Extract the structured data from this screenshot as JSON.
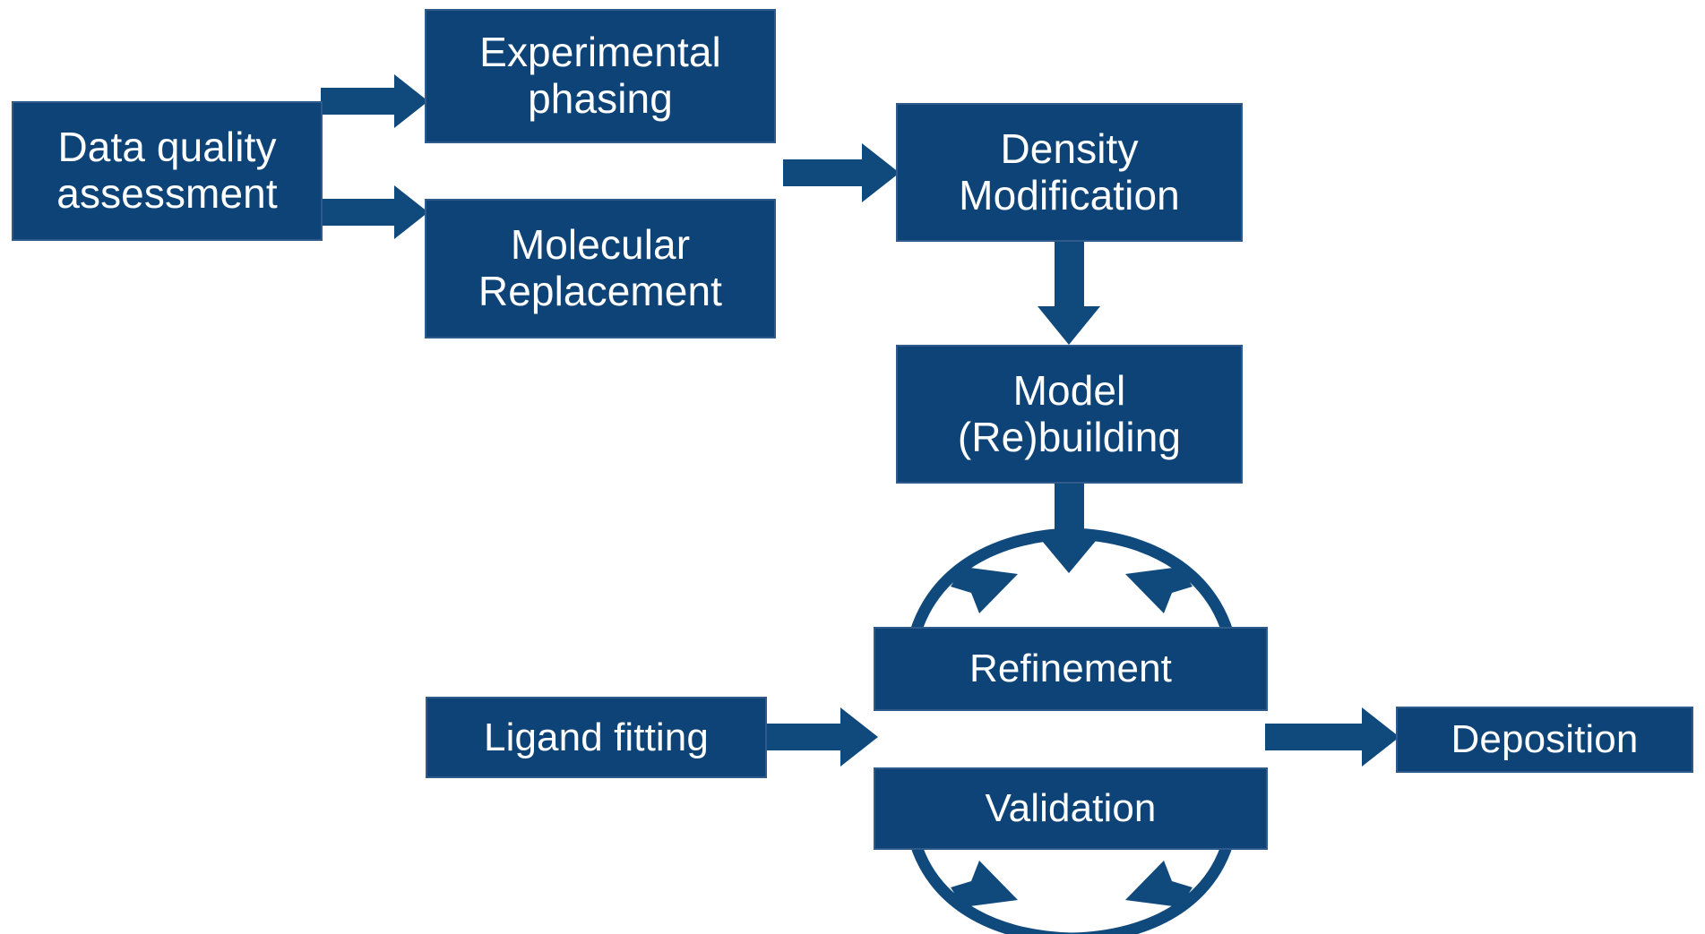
{
  "diagram": {
    "title": "Macromolecular crystallography structure solution workflow",
    "background_color": "#FFFFFF",
    "box_fill_color": "#0E4377",
    "box_border_color": "#2E5B8C",
    "text_color": "#FFFFFF",
    "arrow_color": "#104A7D"
  },
  "nodes": {
    "data_quality": {
      "label": "Data quality\nassessment"
    },
    "experimental_phasing": {
      "label": "Experimental\nphasing"
    },
    "molecular_replacement": {
      "label": "Molecular\nReplacement"
    },
    "density_modification": {
      "label": "Density\nModification"
    },
    "model_rebuilding": {
      "label": "Model\n(Re)building"
    },
    "refinement": {
      "label": "Refinement"
    },
    "validation": {
      "label": "Validation"
    },
    "ligand_fitting": {
      "label": "Ligand fitting"
    },
    "deposition": {
      "label": "Deposition"
    }
  },
  "edges": [
    {
      "id": "dq-to-ep",
      "from": "data_quality",
      "to": "experimental_phasing",
      "style": "straight-arrow",
      "direction": "right"
    },
    {
      "id": "dq-to-mr",
      "from": "data_quality",
      "to": "molecular_replacement",
      "style": "straight-arrow",
      "direction": "right"
    },
    {
      "id": "phasing-to-dm",
      "from": "experimental_phasing/molecular_replacement",
      "to": "density_modification",
      "style": "straight-arrow",
      "direction": "right"
    },
    {
      "id": "dm-to-mrb",
      "from": "density_modification",
      "to": "model_rebuilding",
      "style": "straight-arrow",
      "direction": "down"
    },
    {
      "id": "mrb-to-cycle",
      "from": "model_rebuilding",
      "to": "refinement",
      "style": "straight-arrow",
      "direction": "down"
    },
    {
      "id": "lf-to-cycle",
      "from": "ligand_fitting",
      "to": "refinement",
      "style": "straight-arrow",
      "direction": "right"
    },
    {
      "id": "cycle-to-dep",
      "from": "validation",
      "to": "deposition",
      "style": "straight-arrow",
      "direction": "right"
    },
    {
      "id": "cycle-top",
      "from": "refinement",
      "to": "validation",
      "style": "curved-double-arrow",
      "direction": "cyclic-top"
    },
    {
      "id": "cycle-bottom",
      "from": "validation",
      "to": "refinement",
      "style": "curved-double-arrow",
      "direction": "cyclic-bottom"
    }
  ]
}
